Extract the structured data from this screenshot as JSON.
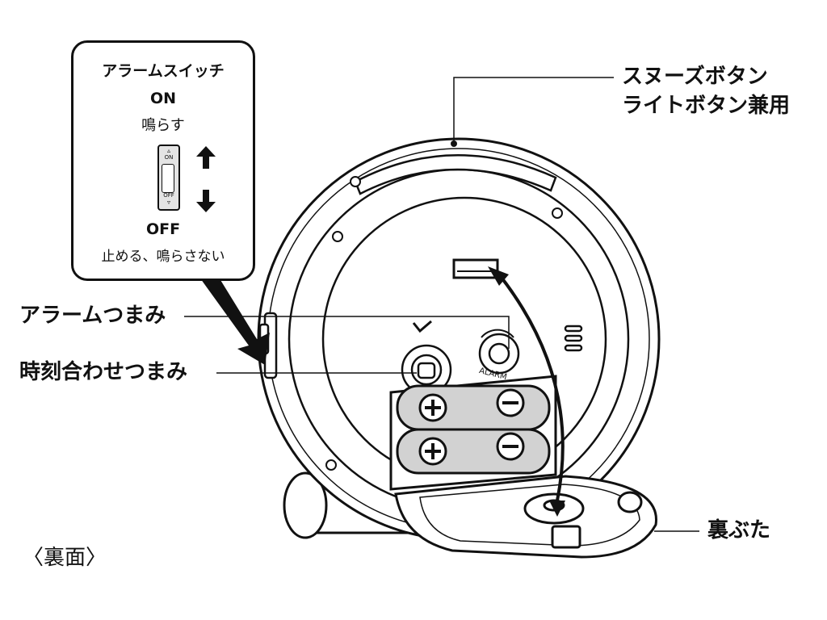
{
  "callout": {
    "title": "アラームスイッチ",
    "on_label": "ON",
    "on_desc": "鳴らす",
    "off_label": "OFF",
    "off_desc": "止める、鳴らさない",
    "switch_on_mark": "ON",
    "switch_off_mark": "OFF"
  },
  "labels": {
    "snooze_line1": "スヌーズボタン",
    "snooze_line2": "ライトボタン兼用",
    "alarm_knob": "アラームつまみ",
    "time_knob": "時刻合わせつまみ",
    "back_cover": "裏ぶた",
    "view_caption": "〈裏面〉"
  },
  "device_marks": {
    "alarm_text": "ALARM"
  }
}
